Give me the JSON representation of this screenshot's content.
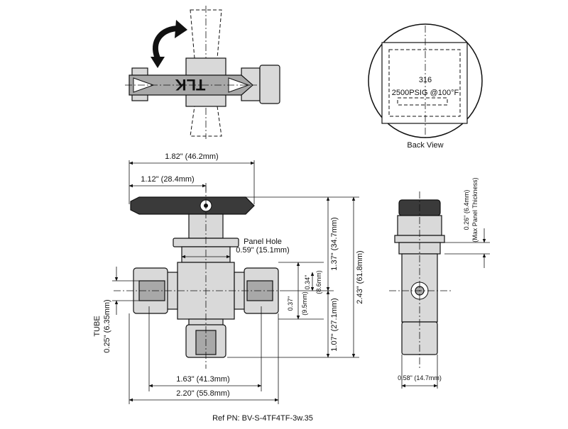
{
  "handle_logo": "TLK",
  "back_view": {
    "title": "Back View",
    "material": "316",
    "rating": "2500PSIG @100°F"
  },
  "dimensions": {
    "overall_handle_width": "1.82\" (46.2mm)",
    "handle_offset": "1.12\" (28.4mm)",
    "panel_hole_label": "Panel Hole",
    "panel_hole_value": "0.59\" (15.1mm)",
    "upper_height": "1.37\" (34.7mm)",
    "total_height": "2.43\" (61.8mm)",
    "lower_height": "1.07\" (27.1mm)",
    "body_height_in": "0.37\"",
    "body_height_mm": "(9.5mm)",
    "port_offset_in": "0.34\"",
    "port_offset_mm": "(8.6mm)",
    "tube_label": "TUBE",
    "tube_size": "0.25\" (6.35mm)",
    "port_span": "1.63\" (41.3mm)",
    "overall_length": "2.20\" (55.8mm)",
    "panel_thickness_value": "0.26\" (6.4mm)",
    "panel_thickness_note": "(Max Panel Thickness)",
    "side_width": "0.58\" (14.7mm)"
  },
  "ref_pn": "Ref PN: BV-S-4TF4TF-3w.35"
}
